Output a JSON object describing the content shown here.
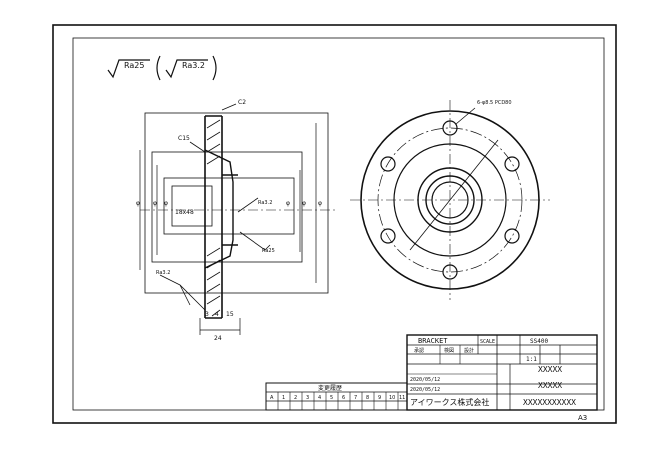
{
  "surface_finish": {
    "rough": "Ra25",
    "fine": "Ra3.2"
  },
  "section_view": {
    "chamfers": [
      "C2",
      "C15"
    ],
    "dims_left": [
      "φ",
      "φ",
      "φ"
    ],
    "dims_right": [
      "φ",
      "φ",
      "φ"
    ],
    "thread": "18x48",
    "finish_notes": [
      "Ra3.2",
      "Ra25",
      "Ra3.2"
    ],
    "bottom_dims": [
      "3",
      "4",
      "15"
    ],
    "bottom_total": "24"
  },
  "front_view": {
    "hole_note": "6-φ8.5\nPCD80"
  },
  "title_block": {
    "part_name": "BRACKET",
    "scale_label": "SCALE",
    "scale_value": "1:1",
    "material": "SS400",
    "drawing_no_a": "XXXXX",
    "drawing_no_b": "XXXXX",
    "drawing_no_c": "XXXXXXXXXXX",
    "company": "アイワークス株式会社",
    "approval": "承認",
    "check": "検図",
    "design": "設計",
    "date_rows": [
      "2020/05/12",
      "2020/05/12"
    ]
  },
  "revision_table": {
    "header": "変更履歴",
    "cells": [
      "A",
      "1",
      "2",
      "3",
      "4",
      "5",
      "6",
      "7",
      "8",
      "9",
      "10",
      "11"
    ]
  },
  "sheet_size": "A3"
}
